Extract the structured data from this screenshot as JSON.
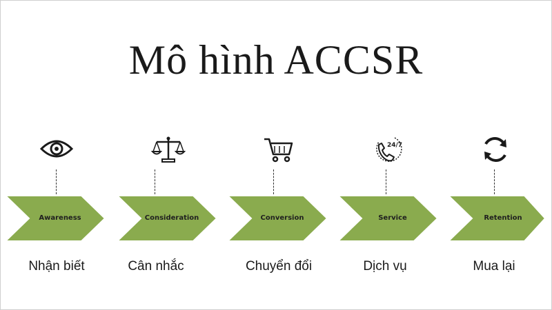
{
  "title": "Mô hình ACCSR",
  "colors": {
    "chevron_fill": "#8aab4e",
    "chevron_stroke": "#ffffff",
    "icon_color": "#1a1a1a"
  },
  "stages": [
    {
      "label": "Awareness",
      "vi_label": "Nhận biết",
      "icon": "eye-icon"
    },
    {
      "label": "Consideration",
      "vi_label": "Cân nhắc",
      "icon": "scales-icon"
    },
    {
      "label": "Conversion",
      "vi_label": "Chuyển đổi",
      "icon": "shopping-cart-icon"
    },
    {
      "label": "Service",
      "vi_label": "Dịch vụ",
      "icon": "phone-24-7-icon"
    },
    {
      "label": "Retention",
      "vi_label": "Mua lại",
      "icon": "refresh-icon"
    }
  ],
  "service_icon_text": "24/7"
}
